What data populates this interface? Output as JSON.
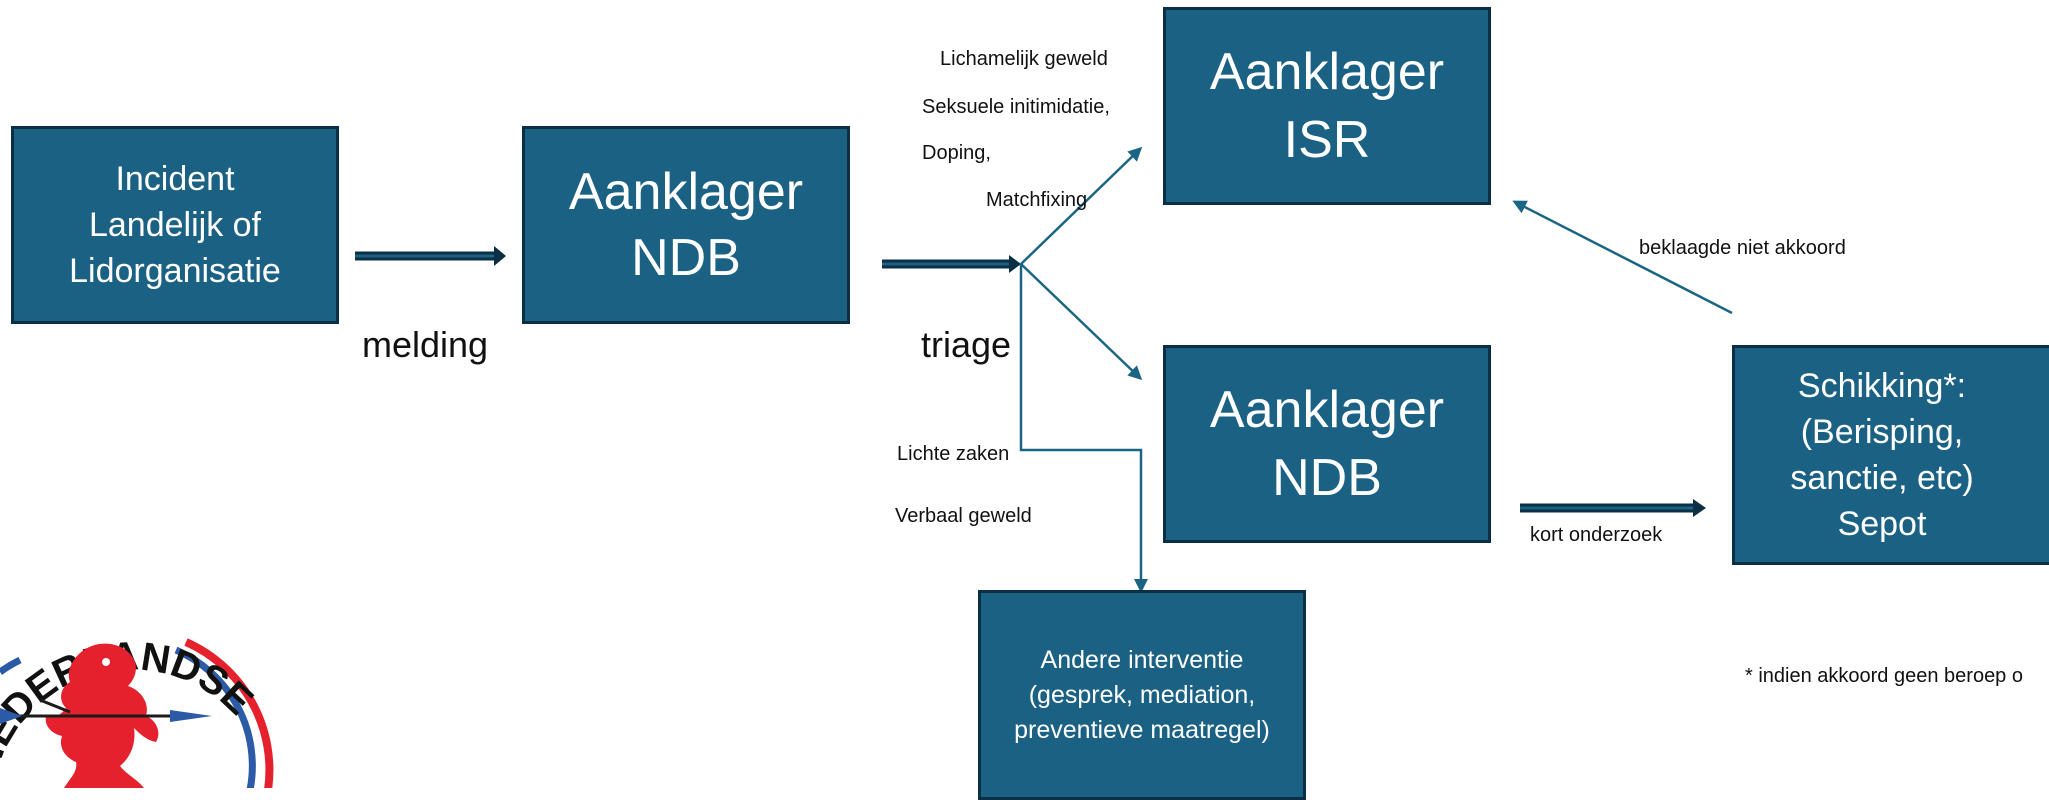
{
  "colors": {
    "box_fill": "#1a6184",
    "box_border": "#0b2f45",
    "arrow_dark": "#0b2f45",
    "arrow_light": "#1b6584",
    "logo_red": "#e5212d",
    "logo_blue": "#2b5aa6"
  },
  "nodes": {
    "incident": {
      "line1": "Incident",
      "line2": "Landelijk of",
      "line3": "Lidorganisatie"
    },
    "aanklager_ndb_1": {
      "line1": "Aanklager",
      "line2": "NDB"
    },
    "aanklager_isr": {
      "line1": "Aanklager",
      "line2": "ISR"
    },
    "aanklager_ndb_2": {
      "line1": "Aanklager",
      "line2": "NDB"
    },
    "schikking": {
      "line1": "Schikking*:",
      "line2": "(Berisping,",
      "line3": "sanctie, etc)",
      "line4": "Sepot"
    },
    "andere_interventie": {
      "line1": "Andere interventie",
      "line2": "(gesprek, mediation,",
      "line3": "preventieve maatregel)"
    }
  },
  "labels": {
    "melding": "melding",
    "triage": "triage",
    "lichamelijk_geweld": "Lichamelijk geweld",
    "seksuele_intimidatie": "Seksuele initimidatie,",
    "doping": "Doping,",
    "matchfixing": "Matchfixing",
    "lichte_zaken": "Lichte zaken",
    "verbaal_geweld": "Verbaal geweld",
    "kort_onderzoek": "kort onderzoek",
    "beklaagde_niet_akkoord": "beklaagde niet akkoord",
    "footnote": "* indien akkoord geen beroep o"
  },
  "logo": {
    "text": "NEDERLANDSE",
    "icon": "lion-with-darts-emblem"
  }
}
